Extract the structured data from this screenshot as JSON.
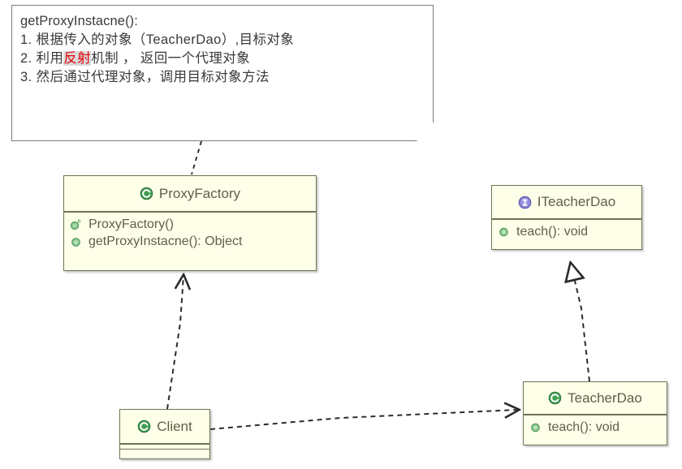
{
  "diagram": {
    "title": "Proxy pattern UML class diagram",
    "background_color": "#ffffff",
    "class_border_color": "#6f7353",
    "class_fill_color": "#feffe8",
    "class_text_color": "#5f6048",
    "highlight_color": "#e8000b"
  },
  "note": {
    "name": "getProxyInstacne-note",
    "lines": [
      {
        "text": "getProxyInstacne():",
        "cjk": false
      },
      {
        "text": "1. 根据传入的对象（TeacherDao）,目标对象",
        "cjk": true
      },
      {
        "text": "2. 利用",
        "highlight": "反射",
        "text_after": "机制 ， 返回一个代理对象",
        "cjk": true
      },
      {
        "text": "3. 然后通过代理对象，调用目标对象方法",
        "cjk": true
      }
    ],
    "line1": "getProxyInstacne():",
    "line2": "1. 根据传入的对象（TeacherDao）,目标对象",
    "line3_before": "2. 利用",
    "line3_highlight": "反射",
    "line3_after": "机制 ， 返回一个代理对象",
    "line4": "3. 然后通过代理对象，调用目标对象方法"
  },
  "classes": {
    "proxy_factory": {
      "name": "ProxyFactory",
      "stereotype_icon": "class-icon",
      "members": [
        {
          "label": "ProxyFactory()",
          "icon": "constructor-icon",
          "visibility": "public"
        },
        {
          "label": "getProxyInstacne(): Object",
          "icon": "method-icon",
          "visibility": "public"
        }
      ],
      "member_0": "ProxyFactory()",
      "member_1": "getProxyInstacne(): Object"
    },
    "iteacher_dao": {
      "name": "ITeacherDao",
      "stereotype_icon": "interface-icon",
      "members": [
        {
          "label": "teach(): void",
          "icon": "method-icon",
          "visibility": "public"
        }
      ],
      "member_0": "teach(): void"
    },
    "teacher_dao": {
      "name": "TeacherDao",
      "stereotype_icon": "class-icon",
      "members": [
        {
          "label": "teach(): void",
          "icon": "method-icon",
          "visibility": "public"
        }
      ],
      "member_0": "teach(): void"
    },
    "client": {
      "name": "Client",
      "stereotype_icon": "class-icon",
      "members": []
    }
  },
  "relationships": [
    {
      "name": "client-to-proxyfactory-dependency",
      "from": "Client",
      "to": "ProxyFactory",
      "type": "dependency",
      "line_style": "dashed",
      "arrowhead": "open-arrow"
    },
    {
      "name": "client-to-teacherdao-dependency",
      "from": "Client",
      "to": "TeacherDao",
      "type": "dependency",
      "line_style": "dashed",
      "arrowhead": "open-arrow"
    },
    {
      "name": "teacherdao-implements-iteacherdao",
      "from": "TeacherDao",
      "to": "ITeacherDao",
      "type": "realization",
      "line_style": "dashed",
      "arrowhead": "hollow-triangle"
    },
    {
      "name": "note-anchor-proxyfactory",
      "from": "getProxyInstacne-note",
      "to": "ProxyFactory",
      "type": "note-anchor",
      "line_style": "dashed",
      "arrowhead": "none"
    }
  ]
}
